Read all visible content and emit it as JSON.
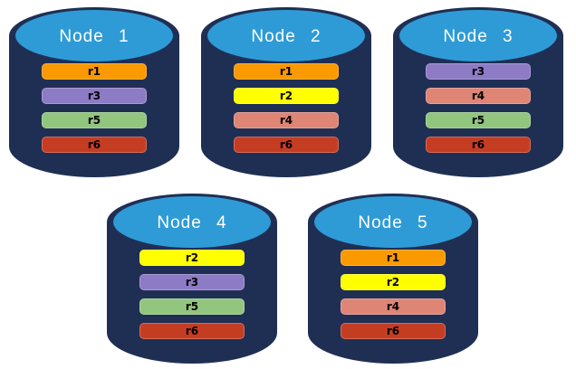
{
  "diagram": {
    "background": "#FFFFFF",
    "cylinder": {
      "body_color": "#1F2F54",
      "top_color": "#2E9BD6",
      "label_color": "#FFFFFF"
    },
    "replica_palette": {
      "r1": "#FB9900",
      "r2": "#FFFF00",
      "r3": "#8D7BC5",
      "r4": "#DE8576",
      "r5": "#92C57E",
      "r6": "#C43D23"
    },
    "nodes": [
      {
        "label": "Node 1",
        "replicas": [
          {
            "id": "r1",
            "color": "#FB9900"
          },
          {
            "id": "r3",
            "color": "#8D7BC5"
          },
          {
            "id": "r5",
            "color": "#92C57E"
          },
          {
            "id": "r6",
            "color": "#C43D23"
          }
        ]
      },
      {
        "label": "Node 2",
        "replicas": [
          {
            "id": "r1",
            "color": "#FB9900"
          },
          {
            "id": "r2",
            "color": "#FFFF00"
          },
          {
            "id": "r4",
            "color": "#DE8576"
          },
          {
            "id": "r6",
            "color": "#C43D23"
          }
        ]
      },
      {
        "label": "Node 3",
        "replicas": [
          {
            "id": "r3",
            "color": "#8D7BC5"
          },
          {
            "id": "r4",
            "color": "#DE8576"
          },
          {
            "id": "r5",
            "color": "#92C57E"
          },
          {
            "id": "r6",
            "color": "#C43D23"
          }
        ]
      },
      {
        "label": "Node 4",
        "replicas": [
          {
            "id": "r2",
            "color": "#FFFF00"
          },
          {
            "id": "r3",
            "color": "#8D7BC5"
          },
          {
            "id": "r5",
            "color": "#92C57E"
          },
          {
            "id": "r6",
            "color": "#C43D23"
          }
        ]
      },
      {
        "label": "Node 5",
        "replicas": [
          {
            "id": "r1",
            "color": "#FB9900"
          },
          {
            "id": "r2",
            "color": "#FFFF00"
          },
          {
            "id": "r4",
            "color": "#DE8576"
          },
          {
            "id": "r6",
            "color": "#C43D23"
          }
        ]
      }
    ]
  }
}
